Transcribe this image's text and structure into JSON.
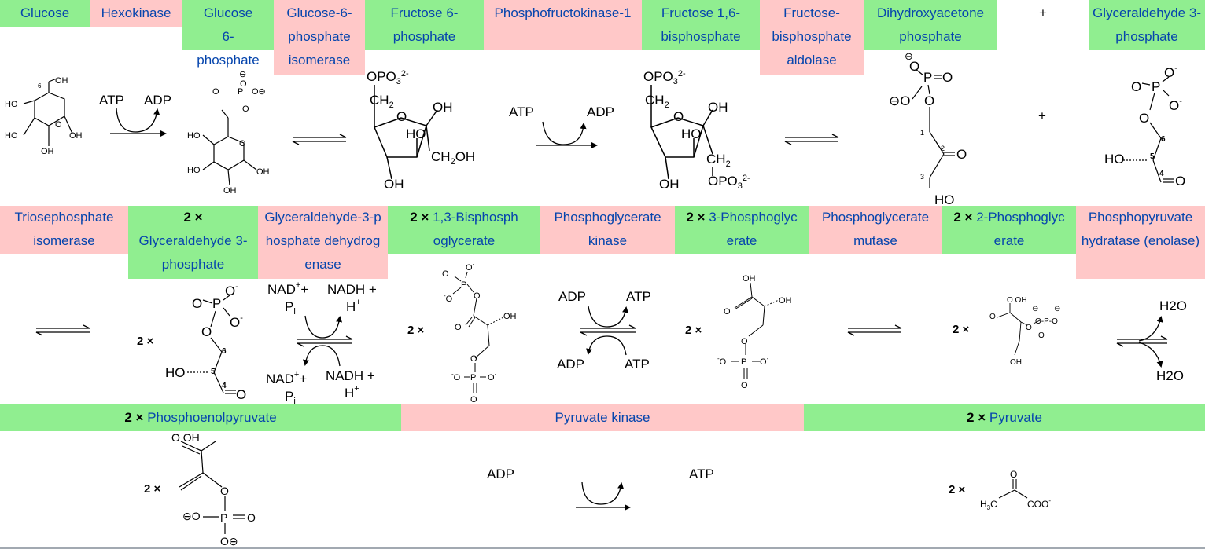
{
  "table": {
    "row1": {
      "glucose": "Glucose",
      "hexokinase": "Hexokinase",
      "g6p": "Glucose 6-phosphate",
      "g6p_isomerase": "Glucose-6-phosphate isomerase",
      "f6p": "Fructose 6-phosphate",
      "pfk1": "Phosphofructokinase-1",
      "f16bp": "Fructose 1,6-bisphosphate",
      "aldolase": "Fructose-bisphosphate aldolase",
      "dhap": "Dihydroxyacetone phosphate",
      "plus": "+",
      "gadp": "Glyceraldehyde 3-phosphate"
    },
    "row2": {
      "tpi": "Triosephosphate isomerase",
      "mult": "2 ×",
      "gadp": "Glyceraldehyde 3-phosphate",
      "gapdh": "Glyceraldehyde-3-phosphate dehydrogenase",
      "bpg": "1,3-Bisphosphoglycerate",
      "pgk": "Phosphoglycerate kinase",
      "pg3": "3-Phosphoglycerate",
      "pgm": "Phosphoglycerate mutase",
      "pg2": "2-Phosphoglycerate",
      "enolase": "Phosphopyruvate hydratase (enolase)"
    },
    "row3": {
      "mult": "2 ×",
      "pep": "Phosphoenolpyruvate",
      "pk": "Pyruvate kinase",
      "pyruvate": "Pyruvate"
    }
  },
  "reactions": {
    "atp": "ATP",
    "adp": "ADP",
    "nad": "NAD",
    "nadh": "NADH +",
    "pi": "P",
    "h": "H",
    "h2o": "H2O",
    "multiplier": "2 ×",
    "plus": "+"
  },
  "colors": {
    "metabolite": "#90ee90",
    "enzyme": "#ffc8c8",
    "link": "#0645ad"
  }
}
